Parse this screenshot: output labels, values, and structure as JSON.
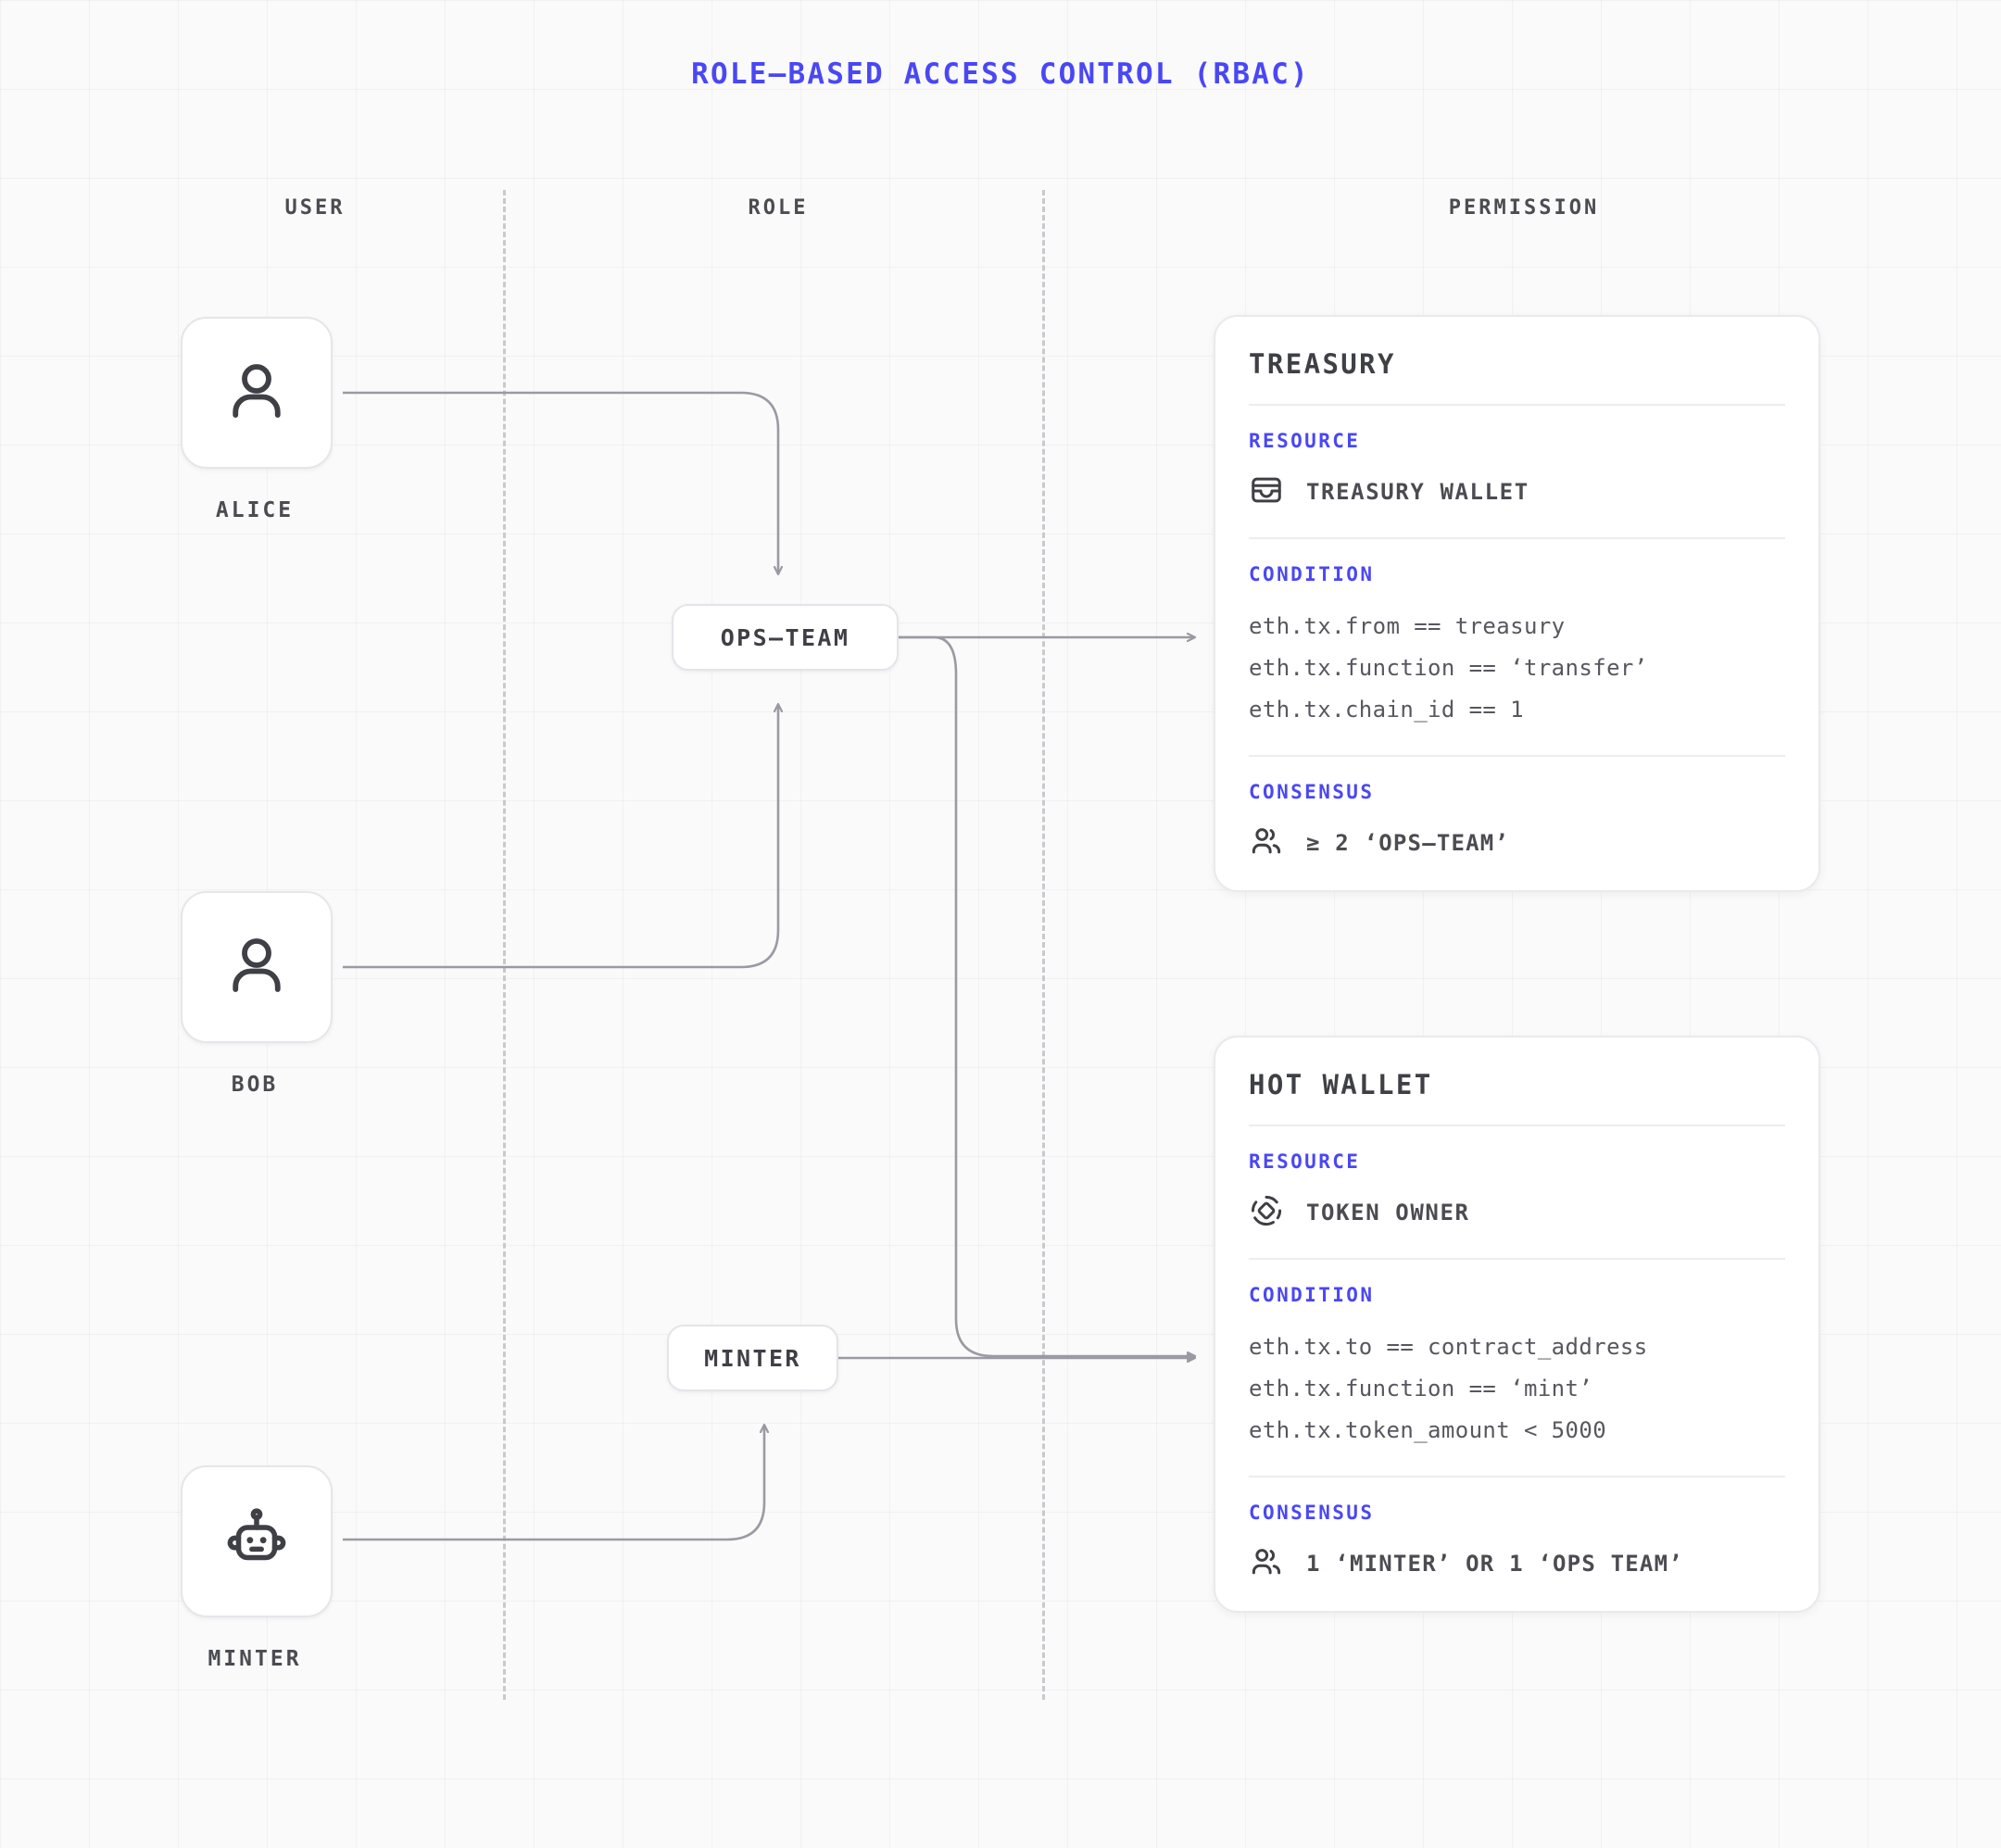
{
  "title": "ROLE—BASED ACCESS CONTROL (RBAC)",
  "accent": "#4a47f5",
  "columns": {
    "user": "USER",
    "role": "ROLE",
    "permission": "PERMISSION"
  },
  "users": [
    {
      "id": "alice",
      "label": "ALICE",
      "icon": "person-icon"
    },
    {
      "id": "bob",
      "label": "BOB",
      "icon": "person-icon"
    },
    {
      "id": "minter",
      "label": "MINTER",
      "icon": "robot-icon"
    }
  ],
  "roles": [
    {
      "id": "ops-team",
      "label": "OPS—TEAM"
    },
    {
      "id": "minter",
      "label": "MINTER"
    }
  ],
  "permissions": [
    {
      "id": "treasury",
      "title": "TREASURY",
      "resource_label": "RESOURCE",
      "resource_icon": "wallet-icon",
      "resource_value": "TREASURY WALLET",
      "condition_label": "CONDITION",
      "conditions": [
        "eth.tx.from == treasury",
        "eth.tx.function == ‘transfer’",
        "eth.tx.chain_id == 1"
      ],
      "consensus_label": "CONSENSUS",
      "consensus_icon": "users-icon",
      "consensus_value": "≥ 2 ‘OPS—TEAM’"
    },
    {
      "id": "hot-wallet",
      "title": "HOT WALLET",
      "resource_label": "RESOURCE",
      "resource_icon": "token-icon",
      "resource_value": "TOKEN OWNER",
      "condition_label": "CONDITION",
      "conditions": [
        "eth.tx.to == contract_address",
        "eth.tx.function == ‘mint’",
        "eth.tx.token_amount < 5000"
      ],
      "consensus_label": "CONSENSUS",
      "consensus_icon": "users-icon",
      "consensus_value": "1 ‘MINTER’ OR 1 ‘OPS TEAM’"
    }
  ]
}
